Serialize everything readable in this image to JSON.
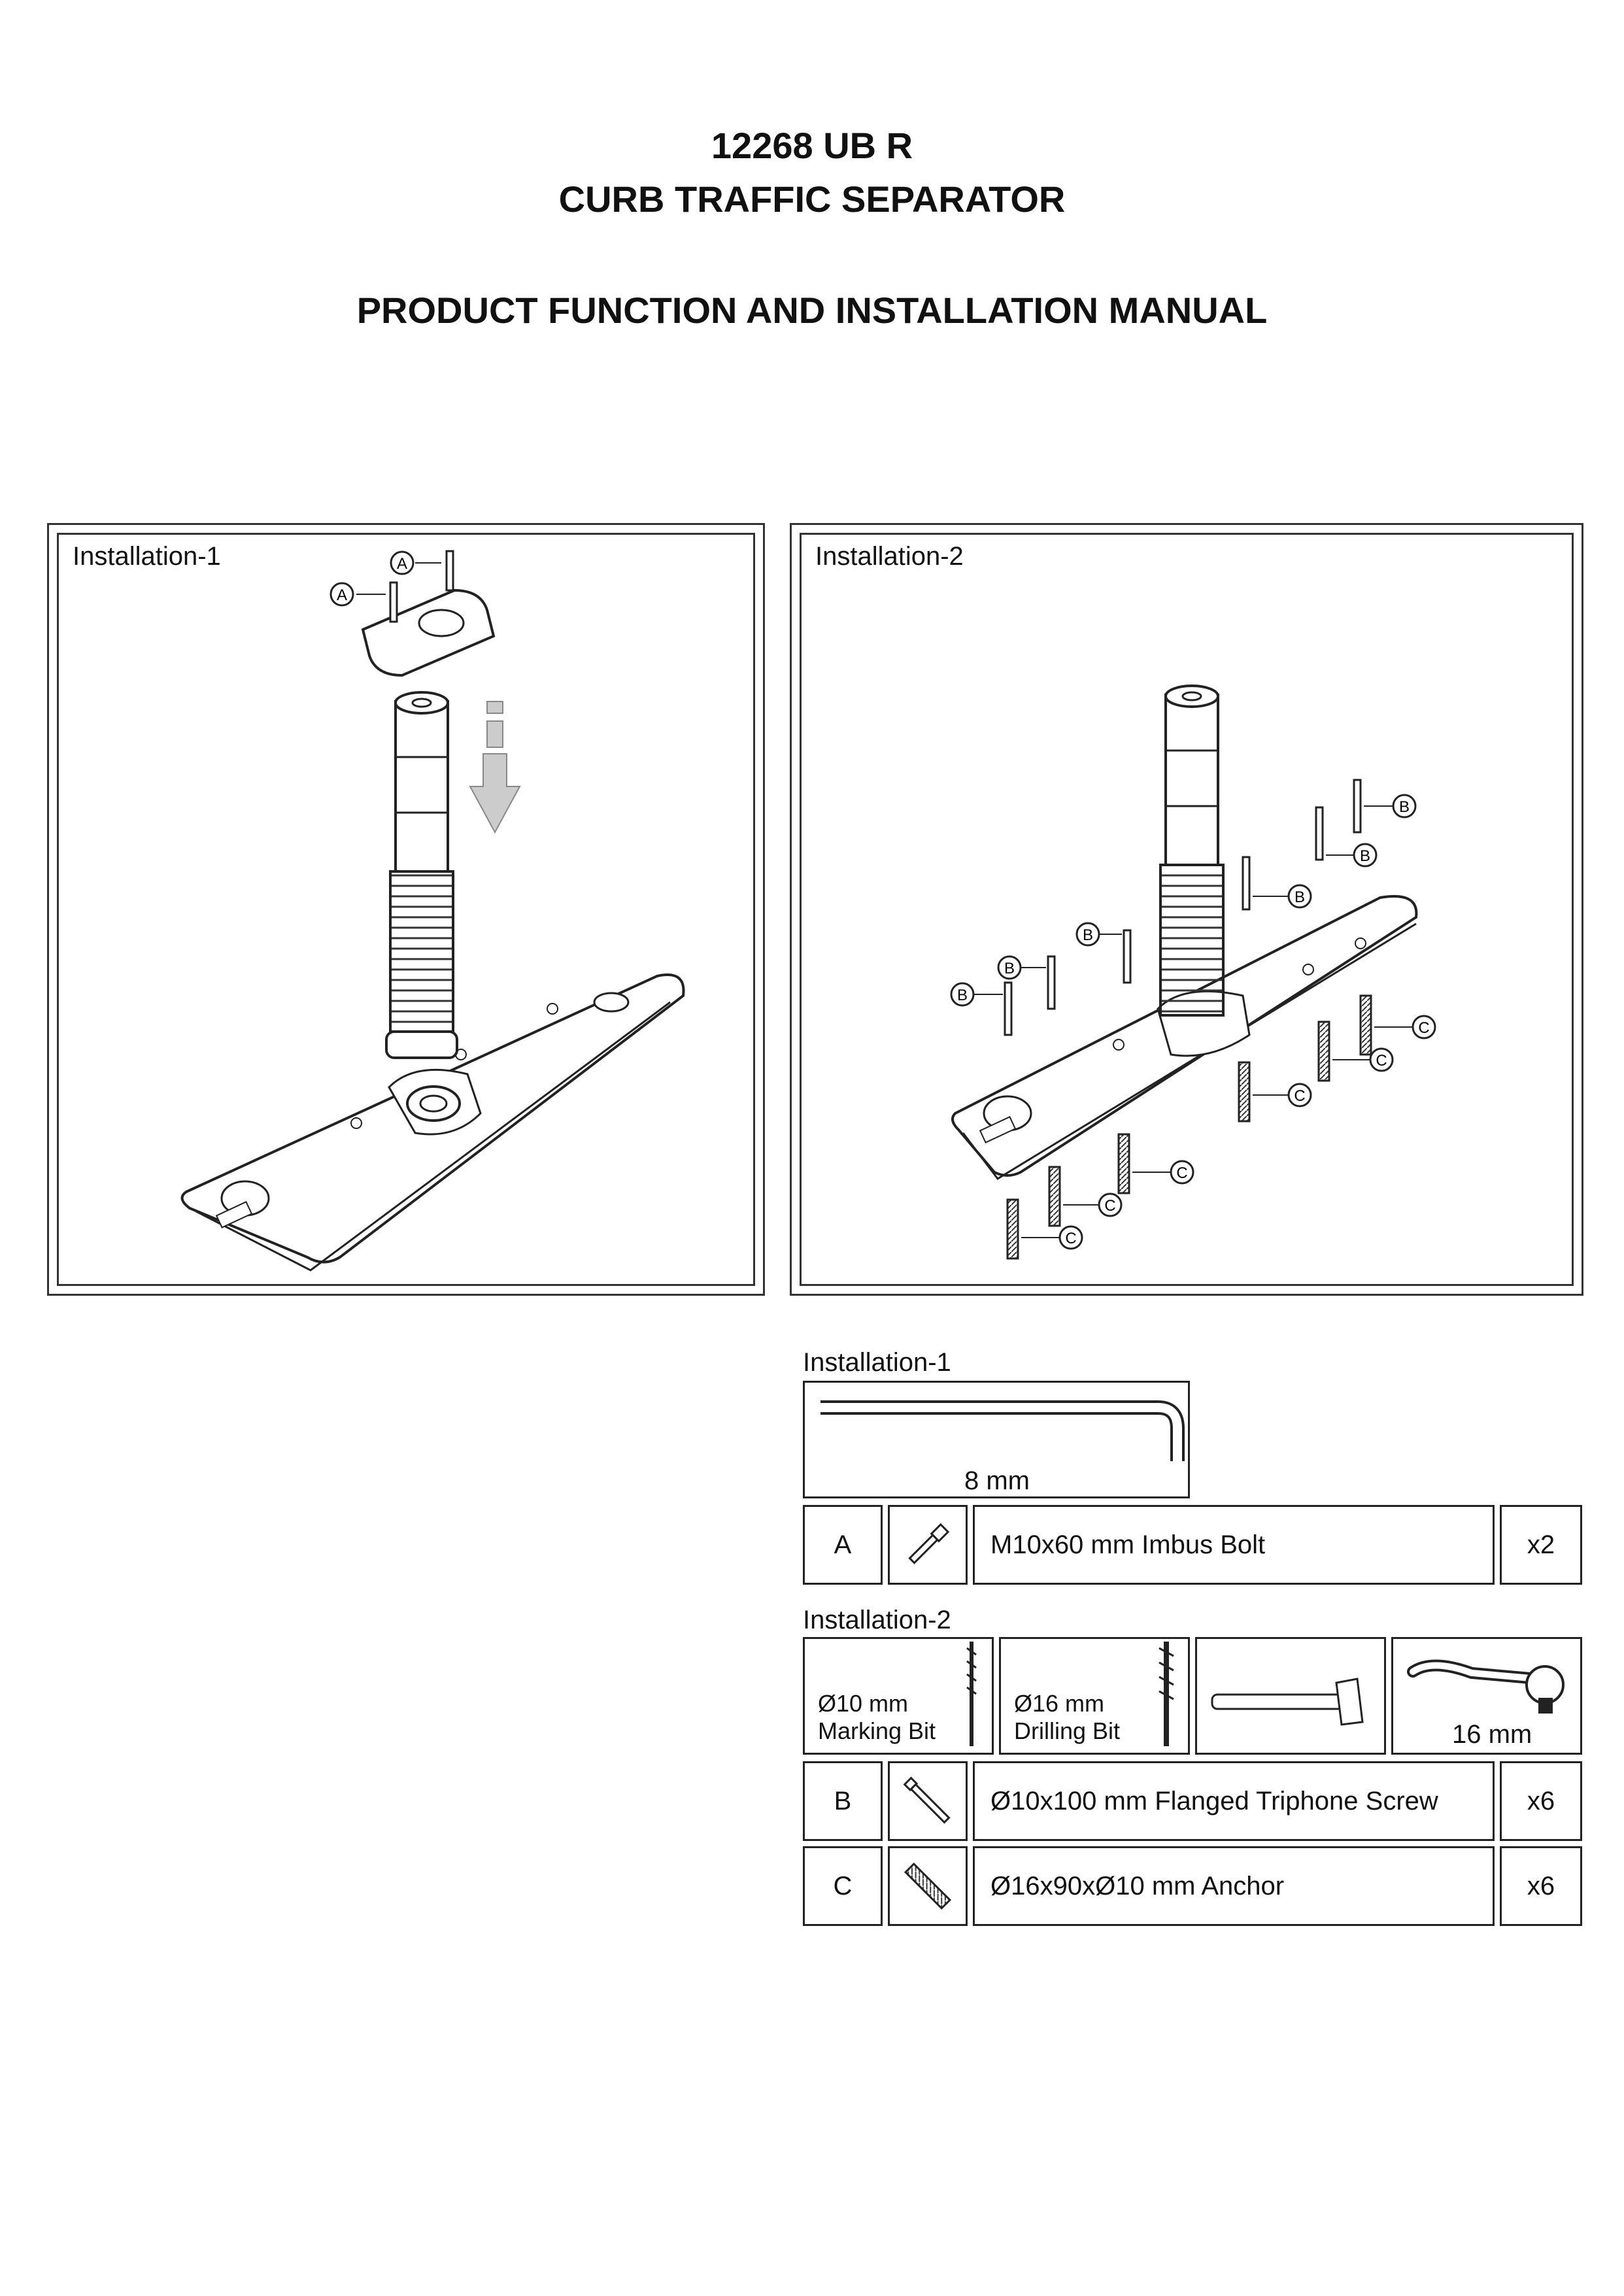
{
  "header": {
    "code": "12268 UB R",
    "product": "CURB TRAFFIC SEPARATOR",
    "manual": "PRODUCT FUNCTION AND INSTALLATION MANUAL"
  },
  "panels": {
    "inst1": {
      "label": "Installation-1",
      "callout_a": "A"
    },
    "inst2": {
      "label": "Installation-2",
      "callout_b": "B",
      "callout_c": "C"
    }
  },
  "parts": {
    "inst1_label": "Installation-1",
    "allen_key_size": "8 mm",
    "a_letter": "A",
    "a_desc": "M10x60 mm Imbus Bolt",
    "a_qty": "x2",
    "inst2_label": "Installation-2",
    "marking_bit_size": "Ø10 mm",
    "marking_bit_name": "Marking Bit",
    "drilling_bit_size": "Ø16 mm",
    "drilling_bit_name": "Drilling Bit",
    "wrench_size": "16 mm",
    "b_letter": "B",
    "b_desc": "Ø10x100 mm Flanged Triphone Screw",
    "b_qty": "x6",
    "c_letter": "C",
    "c_desc": "Ø16x90xØ10 mm Anchor",
    "c_qty": "x6"
  }
}
